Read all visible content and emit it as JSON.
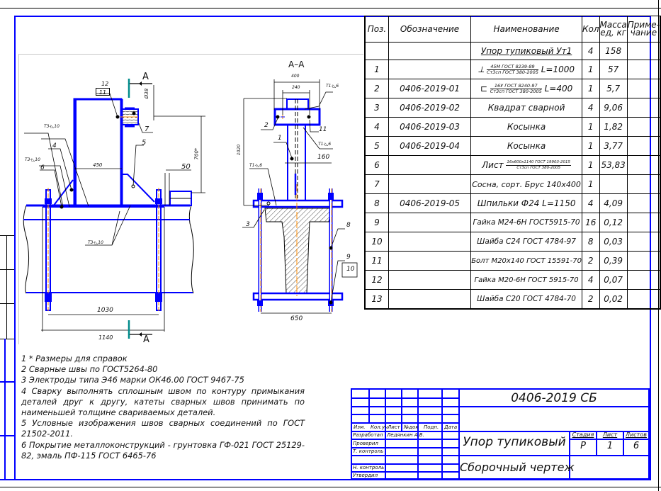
{
  "spec_table": {
    "headers": {
      "pos": "Поз.",
      "designation": "Обозначение",
      "name": "Наименование",
      "qty": "Кол",
      "mass_line1": "Масса",
      "mass_line2": "ед, кг",
      "note_line1": "Приме-",
      "note_line2": "чание"
    },
    "assembly_row": {
      "name": "Упор тупиковый Ут1",
      "qty": "4",
      "mass": "158"
    },
    "rows": [
      {
        "pos": "1",
        "designation": "",
        "symbol": "⟂",
        "name_num": "45М ГОСТ 8239-89",
        "name_den": "Ст3сп ГОСТ 380-2005",
        "name_suffix": "L=1000",
        "qty": "1",
        "mass": "57"
      },
      {
        "pos": "2",
        "designation": "0406-2019-01",
        "symbol": "⊏",
        "name_num": "16У ГОСТ 8240-97",
        "name_den": "Ст3сп ГОСТ 380-2005",
        "name_suffix": "L=400",
        "qty": "1",
        "mass": "5,7"
      },
      {
        "pos": "3",
        "designation": "0406-2019-02",
        "name": "Квадрат сварной",
        "qty": "4",
        "mass": "9,06"
      },
      {
        "pos": "4",
        "designation": "0406-2019-03",
        "name": "Косынка",
        "qty": "1",
        "mass": "1,82"
      },
      {
        "pos": "5",
        "designation": "0406-2019-04",
        "name": "Косынка",
        "qty": "1",
        "mass": "3,77"
      },
      {
        "pos": "6",
        "designation": "",
        "name_prefix": "Лист",
        "name_num": "16х600х1140 ГОСТ 19903-2015",
        "name_den": "Ст3сп ГОСТ 380-2005",
        "qty": "1",
        "mass": "53,83"
      },
      {
        "pos": "7",
        "designation": "",
        "name": "Сосна, сорт. Брус 140х400",
        "qty": "1",
        "mass": ""
      },
      {
        "pos": "8",
        "designation": "0406-2019-05",
        "name": "Шпильки Ф24 L=1150",
        "qty": "4",
        "mass": "4,09"
      },
      {
        "pos": "9",
        "designation": "",
        "name": "Гайка М24-6Н ГОСТ5915-70",
        "qty": "16",
        "mass": "0,12"
      },
      {
        "pos": "10",
        "designation": "",
        "name": "Шайба С24 ГОСТ 4784-97",
        "qty": "8",
        "mass": "0,03"
      },
      {
        "pos": "11",
        "designation": "",
        "name": "Болт М20х140 ГОСТ 15591-70",
        "qty": "2",
        "mass": "0,39"
      },
      {
        "pos": "12",
        "designation": "",
        "name": "Гайка М20-6Н ГОСТ 5915-70",
        "qty": "4",
        "mass": "0,07"
      },
      {
        "pos": "13",
        "designation": "",
        "name": "Шайба С20 ГОСТ 4784-70",
        "qty": "2",
        "mass": "0,02"
      }
    ]
  },
  "notes": [
    "1 * Размеры для справок",
    "2 Сварные швы по ГОСТ5264-80",
    "3 Электроды типа Э46 марки ОК46.00 ГОСТ 9467-75",
    "4 Сварку выполнять сплошным швом по контуру примыкания деталей друг к другу, катеты сварных швов принимать по наименьшей толщине свариваемых деталей.",
    "5 Условные изображения швов сварных соединений по ГОСТ 21502-2011.",
    "6 Покрытие металлоконструкций - грунтовка ГФ-021 ГОСТ 25129-82, эмаль ПФ-115 ГОСТ 6465-76"
  ],
  "title_block": {
    "designation": "0406-2019 СБ",
    "product_name": "Упор тупиковый",
    "doc_type": "Сборочный чертеж",
    "col_headers": [
      "Изм.",
      "Кол.уч",
      "Лист",
      "№док",
      "Подп.",
      "Дата"
    ],
    "roles": [
      "Разработал",
      "Проверил",
      "Т. контроль",
      "",
      "Н. контроль",
      "Утвердил"
    ],
    "developer": "Ледянкин А.В.",
    "stage_label": "Стадия",
    "sheet_label": "Лист",
    "sheets_label": "Листов",
    "stage": "Р",
    "sheet": "1",
    "sheets": "6"
  },
  "drawing": {
    "section_label": "А–А",
    "cut_letter": "А",
    "front_view": {
      "dims": [
        "Ø38",
        "700*",
        "50",
        "450",
        "1030",
        "1140"
      ],
      "callouts": [
        "12",
        "11",
        "7",
        "5",
        "4",
        "6"
      ],
      "welds": [
        "Т3-◺10",
        "Т3-◺10",
        "Т3-◺10"
      ]
    },
    "section_view": {
      "dims": [
        "400",
        "240",
        "160",
        "1020",
        "650"
      ],
      "callouts": [
        "2",
        "11",
        "1",
        "3",
        "8",
        "9",
        "10"
      ],
      "welds": [
        "Т1-◺6",
        "Т1-◺6",
        "Т1-◺6"
      ]
    }
  },
  "colors": {
    "frame": "#0000ff",
    "part": "#0000ff",
    "axis": "#ff8c00",
    "cut_mark": "#008b8b",
    "hatch": "#000000"
  }
}
